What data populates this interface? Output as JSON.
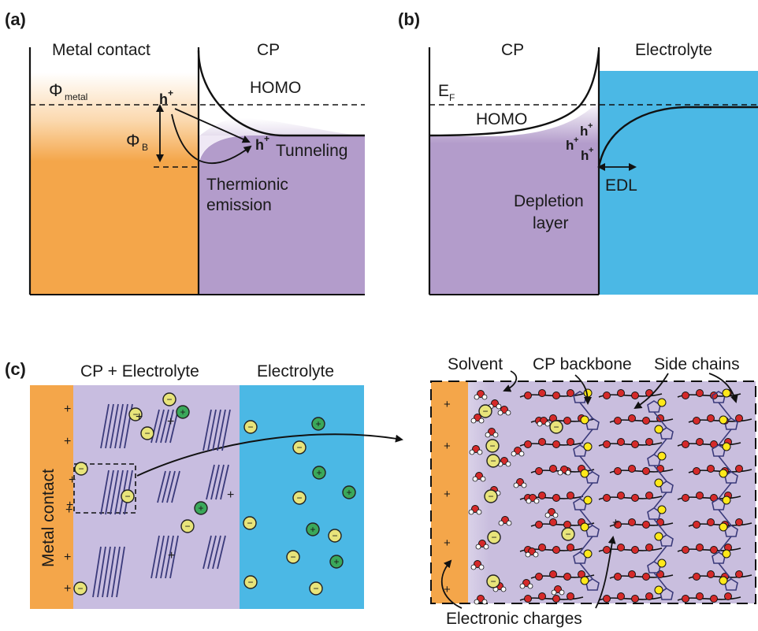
{
  "panel_a": {
    "tag": "(a)",
    "left_region": "Metal contact",
    "right_region": "CP",
    "phi_metal_symbol": "Φ",
    "phi_metal_sub": "metal",
    "phi_b_symbol": "Φ",
    "phi_b_sub": "B",
    "homo": "HOMO",
    "hole_top": "h",
    "hole_mid": "h",
    "hole_charge": "+",
    "tunneling": "Tunneling",
    "thermionic_line1": "Thermionic",
    "thermionic_line2": "emission"
  },
  "panel_b": {
    "tag": "(b)",
    "left_region": "CP",
    "right_region": "Electrolyte",
    "ef_symbol": "E",
    "ef_sub": "F",
    "homo": "HOMO",
    "hole": "h",
    "hole_charge": "+",
    "edl": "EDL",
    "depletion_line1": "Depletion",
    "depletion_line2": "layer"
  },
  "panel_c": {
    "tag": "(c)",
    "cp_electrolyte": "CP + Electrolyte",
    "electrolyte": "Electrolyte",
    "metal_contact": "Metal contact",
    "solvent": "Solvent",
    "cp_backbone": "CP backbone",
    "side_chains": "Side chains",
    "electronic_charges": "Electronic charges",
    "plus": "+",
    "minus": "−"
  },
  "colors": {
    "metal_orange": "#f4a64a",
    "cp_purple": "#b39ccb",
    "cp_light": "#c8bde0",
    "electrolyte_blue": "#4bb8e5",
    "anion_yellow": "#e8e47a",
    "cation_green": "#3aa85a",
    "solvent_red": "#d52a2a",
    "sidechain_yellow": "#ffe81a",
    "backbone_navy": "#3a3a7a"
  }
}
